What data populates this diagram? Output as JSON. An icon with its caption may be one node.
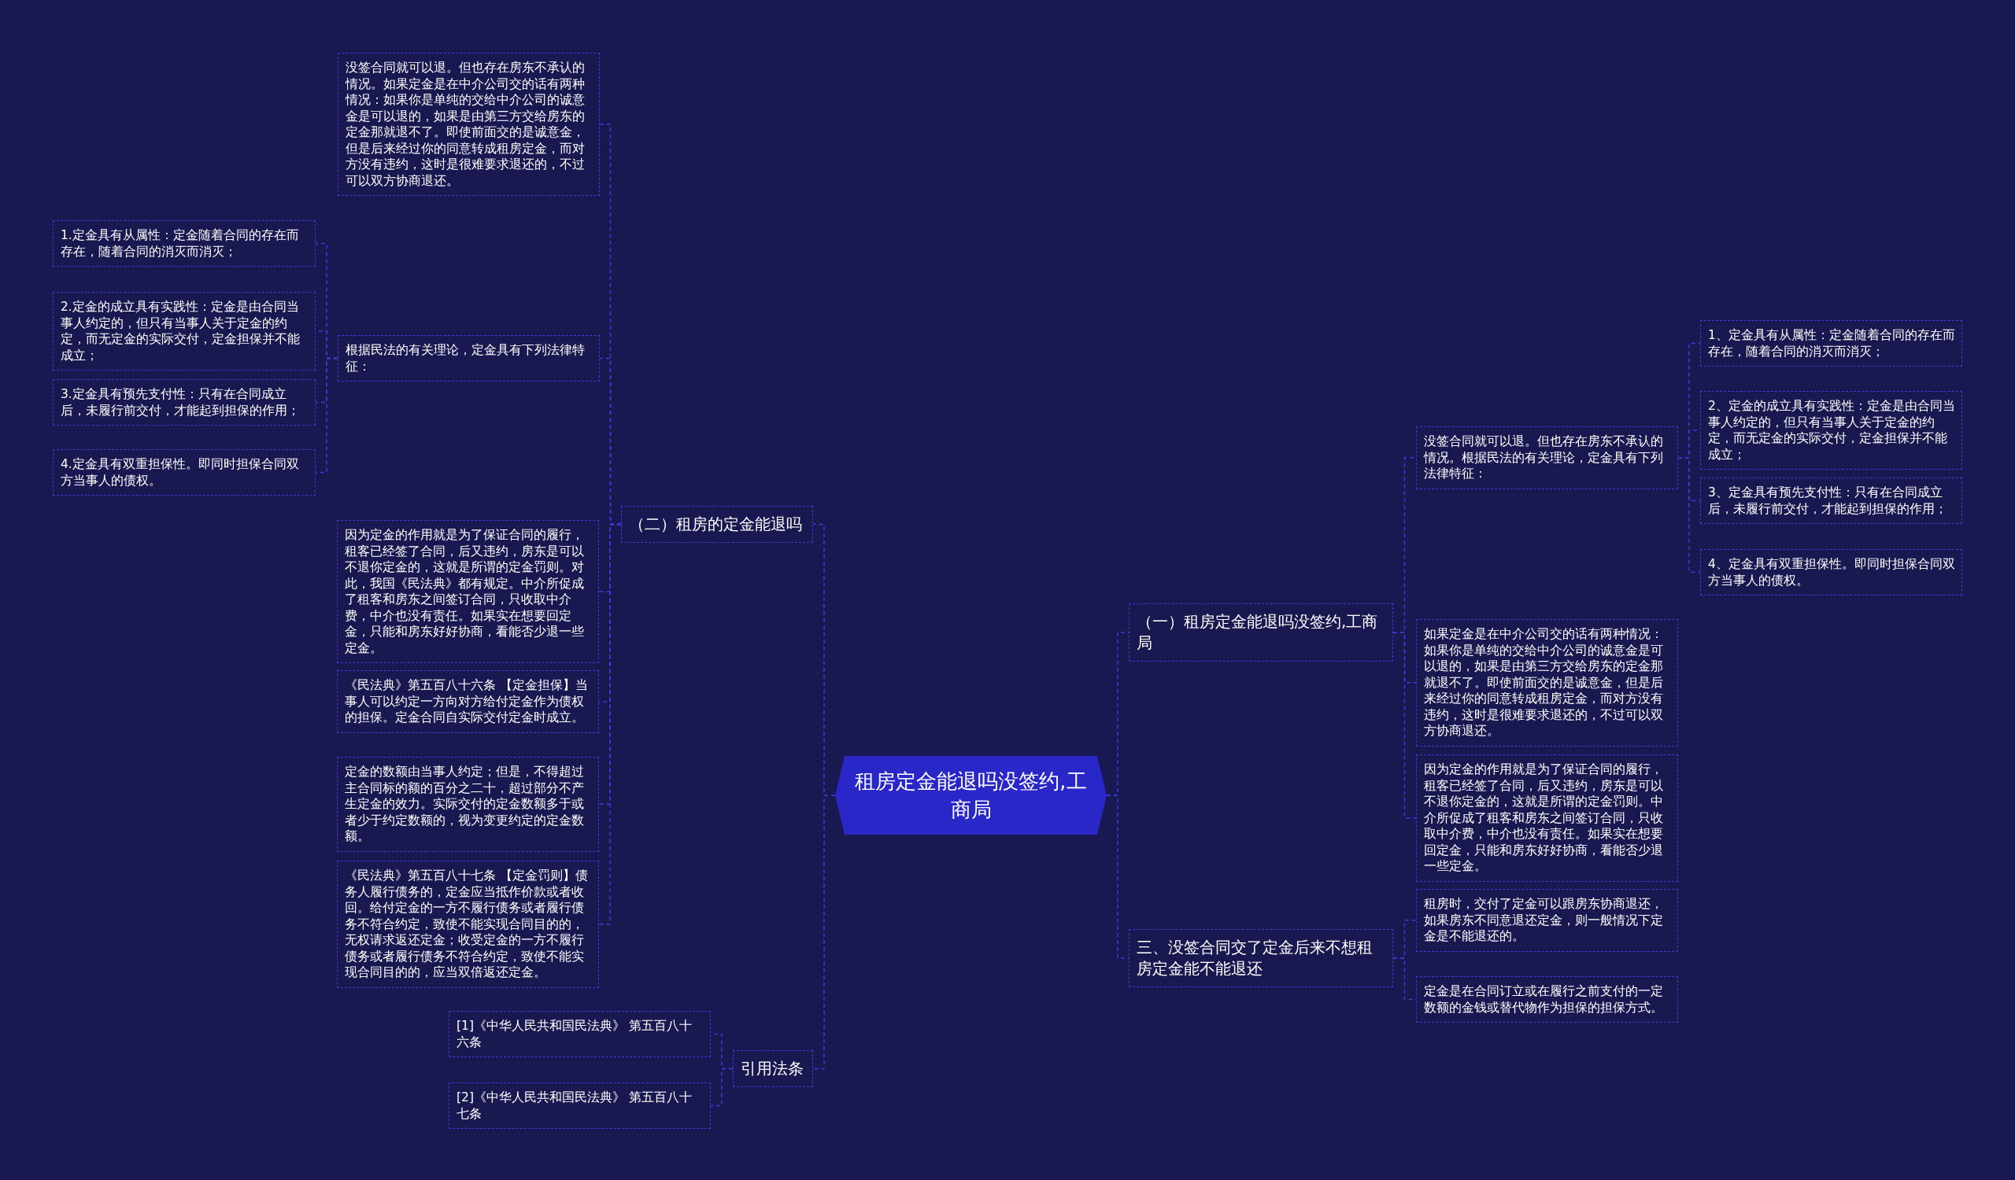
{
  "diagram": {
    "nodes": [
      {
        "text": [
          "租房定金能退吗没签约,工商局"
        ]
      },
      {
        "text": [
          "（二）租房的定金能退吗"
        ]
      },
      {
        "text": [
          "没签合同就可以退。但也存在房东不承认的情况。如果定金是在中介公司交的话有两种情况：如果你是单纯的交给中介公司的诚意金是可以退的，如果是由第三方交给房东的定金那就退不了。即使前面交的是诚意金，但是后来经过你的同意转成租房定金，而对方没有违约，这时是很难要求退还的，不过可以双方协商退还。"
        ]
      },
      {
        "text": [
          "根据民法的有关理论，定金具有下列法律特征："
        ]
      },
      {
        "text": [
          "1.定金具有从属性：定金随着合同的存在而存在，随着合同的消灭而消灭；"
        ]
      },
      {
        "text": [
          "2.定金的成立具有实践性：定金是由合同当事人约定的，但只有当事人关于定金的约定，而无定金的实际交付，定金担保并不能成立；"
        ]
      },
      {
        "text": [
          "3.定金具有预先支付性：只有在合同成立后，未履行前交付，才能起到担保的作用；"
        ]
      },
      {
        "text": [
          "4.定金具有双重担保性。即同时担保合同双方当事人的债权。"
        ]
      },
      {
        "text": [
          "因为定金的作用就是为了保证合同的履行，租客已经签了合同，后又违约，房东是可以不退你定金的，这就是所谓的定金罚则。对此，我国《民法典》都有规定。中介所促成了租客和房东之间签订合同，只收取中介费，中介也没有责任。如果实在想要回定金，只能和房东好好协商，看能否少退一些定金。"
        ]
      },
      {
        "text": [
          "《民法典》第五百八十六条 【定金担保】当事人可以约定一方向对方给付定金作为债权的担保。定金合同自实际交付定金时成立。"
        ]
      },
      {
        "text": [
          "定金的数额由当事人约定；但是，不得超过主合同标的额的百分之二十，超过部分不产生定金的效力。实际交付的定金数额多于或者少于约定数额的，视为变更约定的定金数额。"
        ]
      },
      {
        "text": [
          "《民法典》第五百八十七条 【定金罚则】债务人履行债务的，定金应当抵作价款或者收回。给付定金的一方不履行债务或者履行债务不符合约定，致使不能实现合同目的的，无权请求返还定金；收受定金的一方不履行债务或者履行债务不符合约定，致使不能实现合同目的的，应当双倍返还定金。"
        ]
      },
      {
        "text": [
          "引用法条"
        ]
      },
      {
        "text": [
          "[1]《中华人民共和国民法典》 第五百八十六条"
        ]
      },
      {
        "text": [
          "[2]《中华人民共和国民法典》 第五百八十七条"
        ]
      },
      {
        "text": [
          "（一）租房定金能退吗没签约,工商局"
        ]
      },
      {
        "text": [
          "没签合同就可以退。但也存在房东不承认的情况。根据民法的有关理论，定金具有下列法律特征："
        ]
      },
      {
        "text": [
          "1、定金具有从属性：定金随着合同的存在而存在，随着合同的消灭而消灭；"
        ]
      },
      {
        "text": [
          "2、定金的成立具有实践性：定金是由合同当事人约定的，但只有当事人关于定金的约定，而无定金的实际交付，定金担保并不能成立；"
        ]
      },
      {
        "text": [
          "3、定金具有预先支付性：只有在合同成立后，未履行前交付，才能起到担保的作用；"
        ]
      },
      {
        "text": [
          "4、定金具有双重担保性。即同时担保合同双方当事人的债权。"
        ]
      },
      {
        "text": [
          "如果定金是在中介公司交的话有两种情况：如果你是单纯的交给中介公司的诚意金是可以退的，如果是由第三方交给房东的定金那就退不了。即使前面交的是诚意金，但是后来经过你的同意转成租房定金，而对方没有违约，这时是很难要求退还的，不过可以双方协商退还。"
        ]
      },
      {
        "text": [
          "因为定金的作用就是为了保证合同的履行，租客已经签了合同，后又违约，房东是可以不退你定金的，这就是所谓的定金罚则。中介所促成了租客和房东之间签订合同，只收取中介费，中介也没有责任。如果实在想要回定金，只能和房东好好协商，看能否少退一些定金。"
        ]
      },
      {
        "text": [
          "三、没签合同交了定金后来不想租房定金能不能退还"
        ]
      },
      {
        "text": [
          "租房时，交付了定金可以跟房东协商退还，如果房东不同意退还定金，则一般情况下定金是不能退还的。"
        ]
      },
      {
        "text": [
          "定金是在合同订立或在履行之前支付的一定数额的金钱或替代物作为担保的担保方式。"
        ]
      }
    ],
    "edges": [
      {
        "from": 0,
        "to": 1,
        "arrow": "none"
      },
      {
        "from": 1,
        "to": 2,
        "arrow": "none"
      },
      {
        "from": 1,
        "to": 3,
        "arrow": "none"
      },
      {
        "from": 3,
        "to": 4,
        "arrow": "none"
      },
      {
        "from": 3,
        "to": 5,
        "arrow": "none"
      },
      {
        "from": 3,
        "to": 6,
        "arrow": "none"
      },
      {
        "from": 3,
        "to": 7,
        "arrow": "none"
      },
      {
        "from": 1,
        "to": 8,
        "arrow": "none"
      },
      {
        "from": 1,
        "to": 9,
        "arrow": "none"
      },
      {
        "from": 1,
        "to": 10,
        "arrow": "none"
      },
      {
        "from": 1,
        "to": 11,
        "arrow": "none"
      },
      {
        "from": 0,
        "to": 12,
        "arrow": "none"
      },
      {
        "from": 12,
        "to": 13,
        "arrow": "none"
      },
      {
        "from": 12,
        "to": 14,
        "arrow": "none"
      },
      {
        "from": 0,
        "to": 15,
        "arrow": "none"
      },
      {
        "from": 15,
        "to": 16,
        "arrow": "none"
      },
      {
        "from": 16,
        "to": 17,
        "arrow": "none"
      },
      {
        "from": 16,
        "to": 18,
        "arrow": "none"
      },
      {
        "from": 16,
        "to": 19,
        "arrow": "none"
      },
      {
        "from": 16,
        "to": 20,
        "arrow": "none"
      },
      {
        "from": 15,
        "to": 21,
        "arrow": "none"
      },
      {
        "from": 15,
        "to": 22,
        "arrow": "none"
      },
      {
        "from": 0,
        "to": 23,
        "arrow": "none"
      },
      {
        "from": 23,
        "to": 24,
        "arrow": "none"
      },
      {
        "from": 23,
        "to": 25,
        "arrow": "none"
      }
    ]
  }
}
